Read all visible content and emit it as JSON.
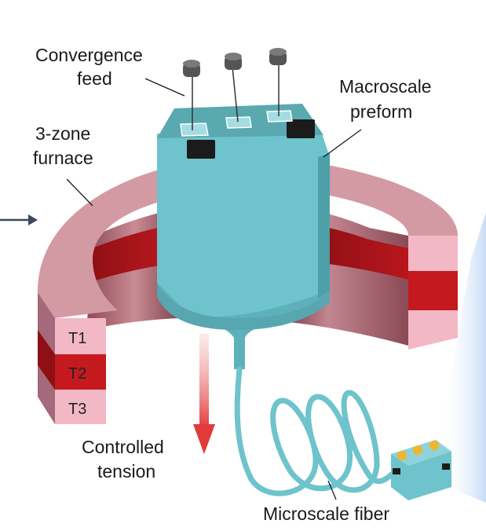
{
  "labels": {
    "convergence_feed_line1": "Convergence",
    "convergence_feed_line2": "feed",
    "macroscale_preform_line1": "Macroscale",
    "macroscale_preform_line2": "preform",
    "furnace_line1": "3-zone",
    "furnace_line2": "furnace",
    "controlled_tension_line1": "Controlled",
    "controlled_tension_line2": "tension",
    "microscale_fiber": "Microscale fiber"
  },
  "zones": [
    "T1",
    "T2",
    "T3"
  ],
  "colors": {
    "furnace_pink": "#d49aa4",
    "furnace_light": "#f3b8c6",
    "furnace_red": "#c41a1f",
    "preform_teal": "#6ec3cc",
    "preform_dark": "#4d9fa8",
    "connector_black": "#1b1b1b",
    "spool_gray": "#555555",
    "arrow_red": "#e23a3a",
    "chip_gold": "#f0b52a",
    "side_glow": "#cfe0f7"
  }
}
